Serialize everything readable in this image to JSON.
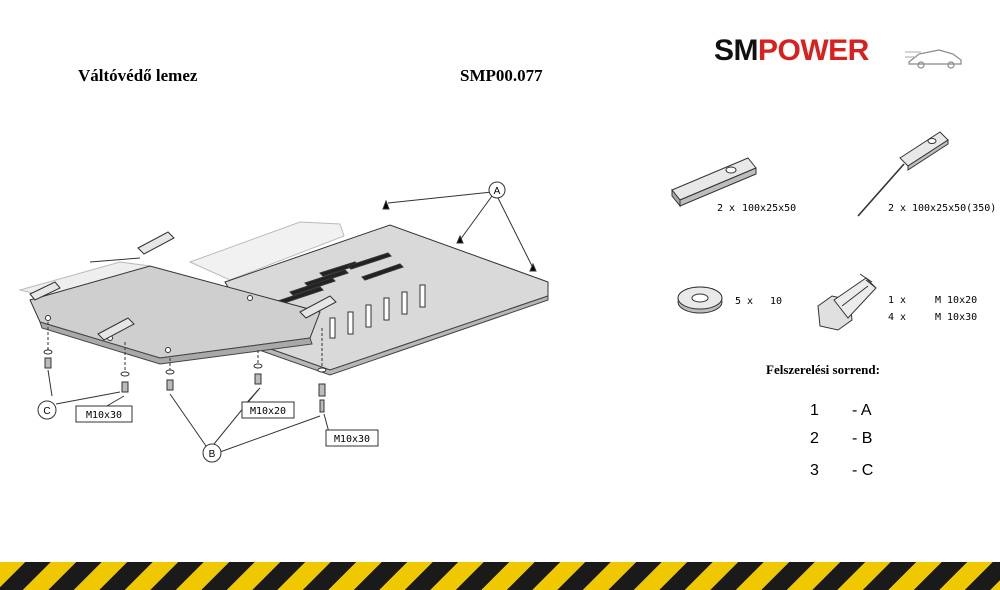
{
  "header": {
    "title": "Váltóvédő lemez",
    "code": "SMP00.077",
    "brand_left": "SM",
    "brand_right": "POWER",
    "brand_colors": {
      "dark": "#111111",
      "red": "#d9201e"
    }
  },
  "callouts": {
    "a": "A",
    "b": "B",
    "c": "C"
  },
  "bolt_labels": {
    "c_bolt": "M10x30",
    "b_bolt_upper": "M10x20",
    "b_bolt_lower": "M10x30"
  },
  "parts": {
    "plate_qty": "2 x",
    "plate_size": "100x25x50",
    "rod_plate_qty": "2 x",
    "rod_plate_size": "100x25x50(350)",
    "washer_qty": "5 x",
    "washer_size": "10",
    "bolt1_qty": "1 x",
    "bolt1_size": "M 10x20",
    "bolt2_qty": "4 x",
    "bolt2_size": "M 10x30"
  },
  "order": {
    "title": "Felszerelési sorrend:",
    "steps": [
      {
        "num": "1",
        "label": "- A"
      },
      {
        "num": "2",
        "label": "- B"
      },
      {
        "num": "3",
        "label": "- C"
      }
    ]
  },
  "colors": {
    "stripe_yellow": "#f0c800",
    "stripe_black": "#1a1a1a"
  }
}
